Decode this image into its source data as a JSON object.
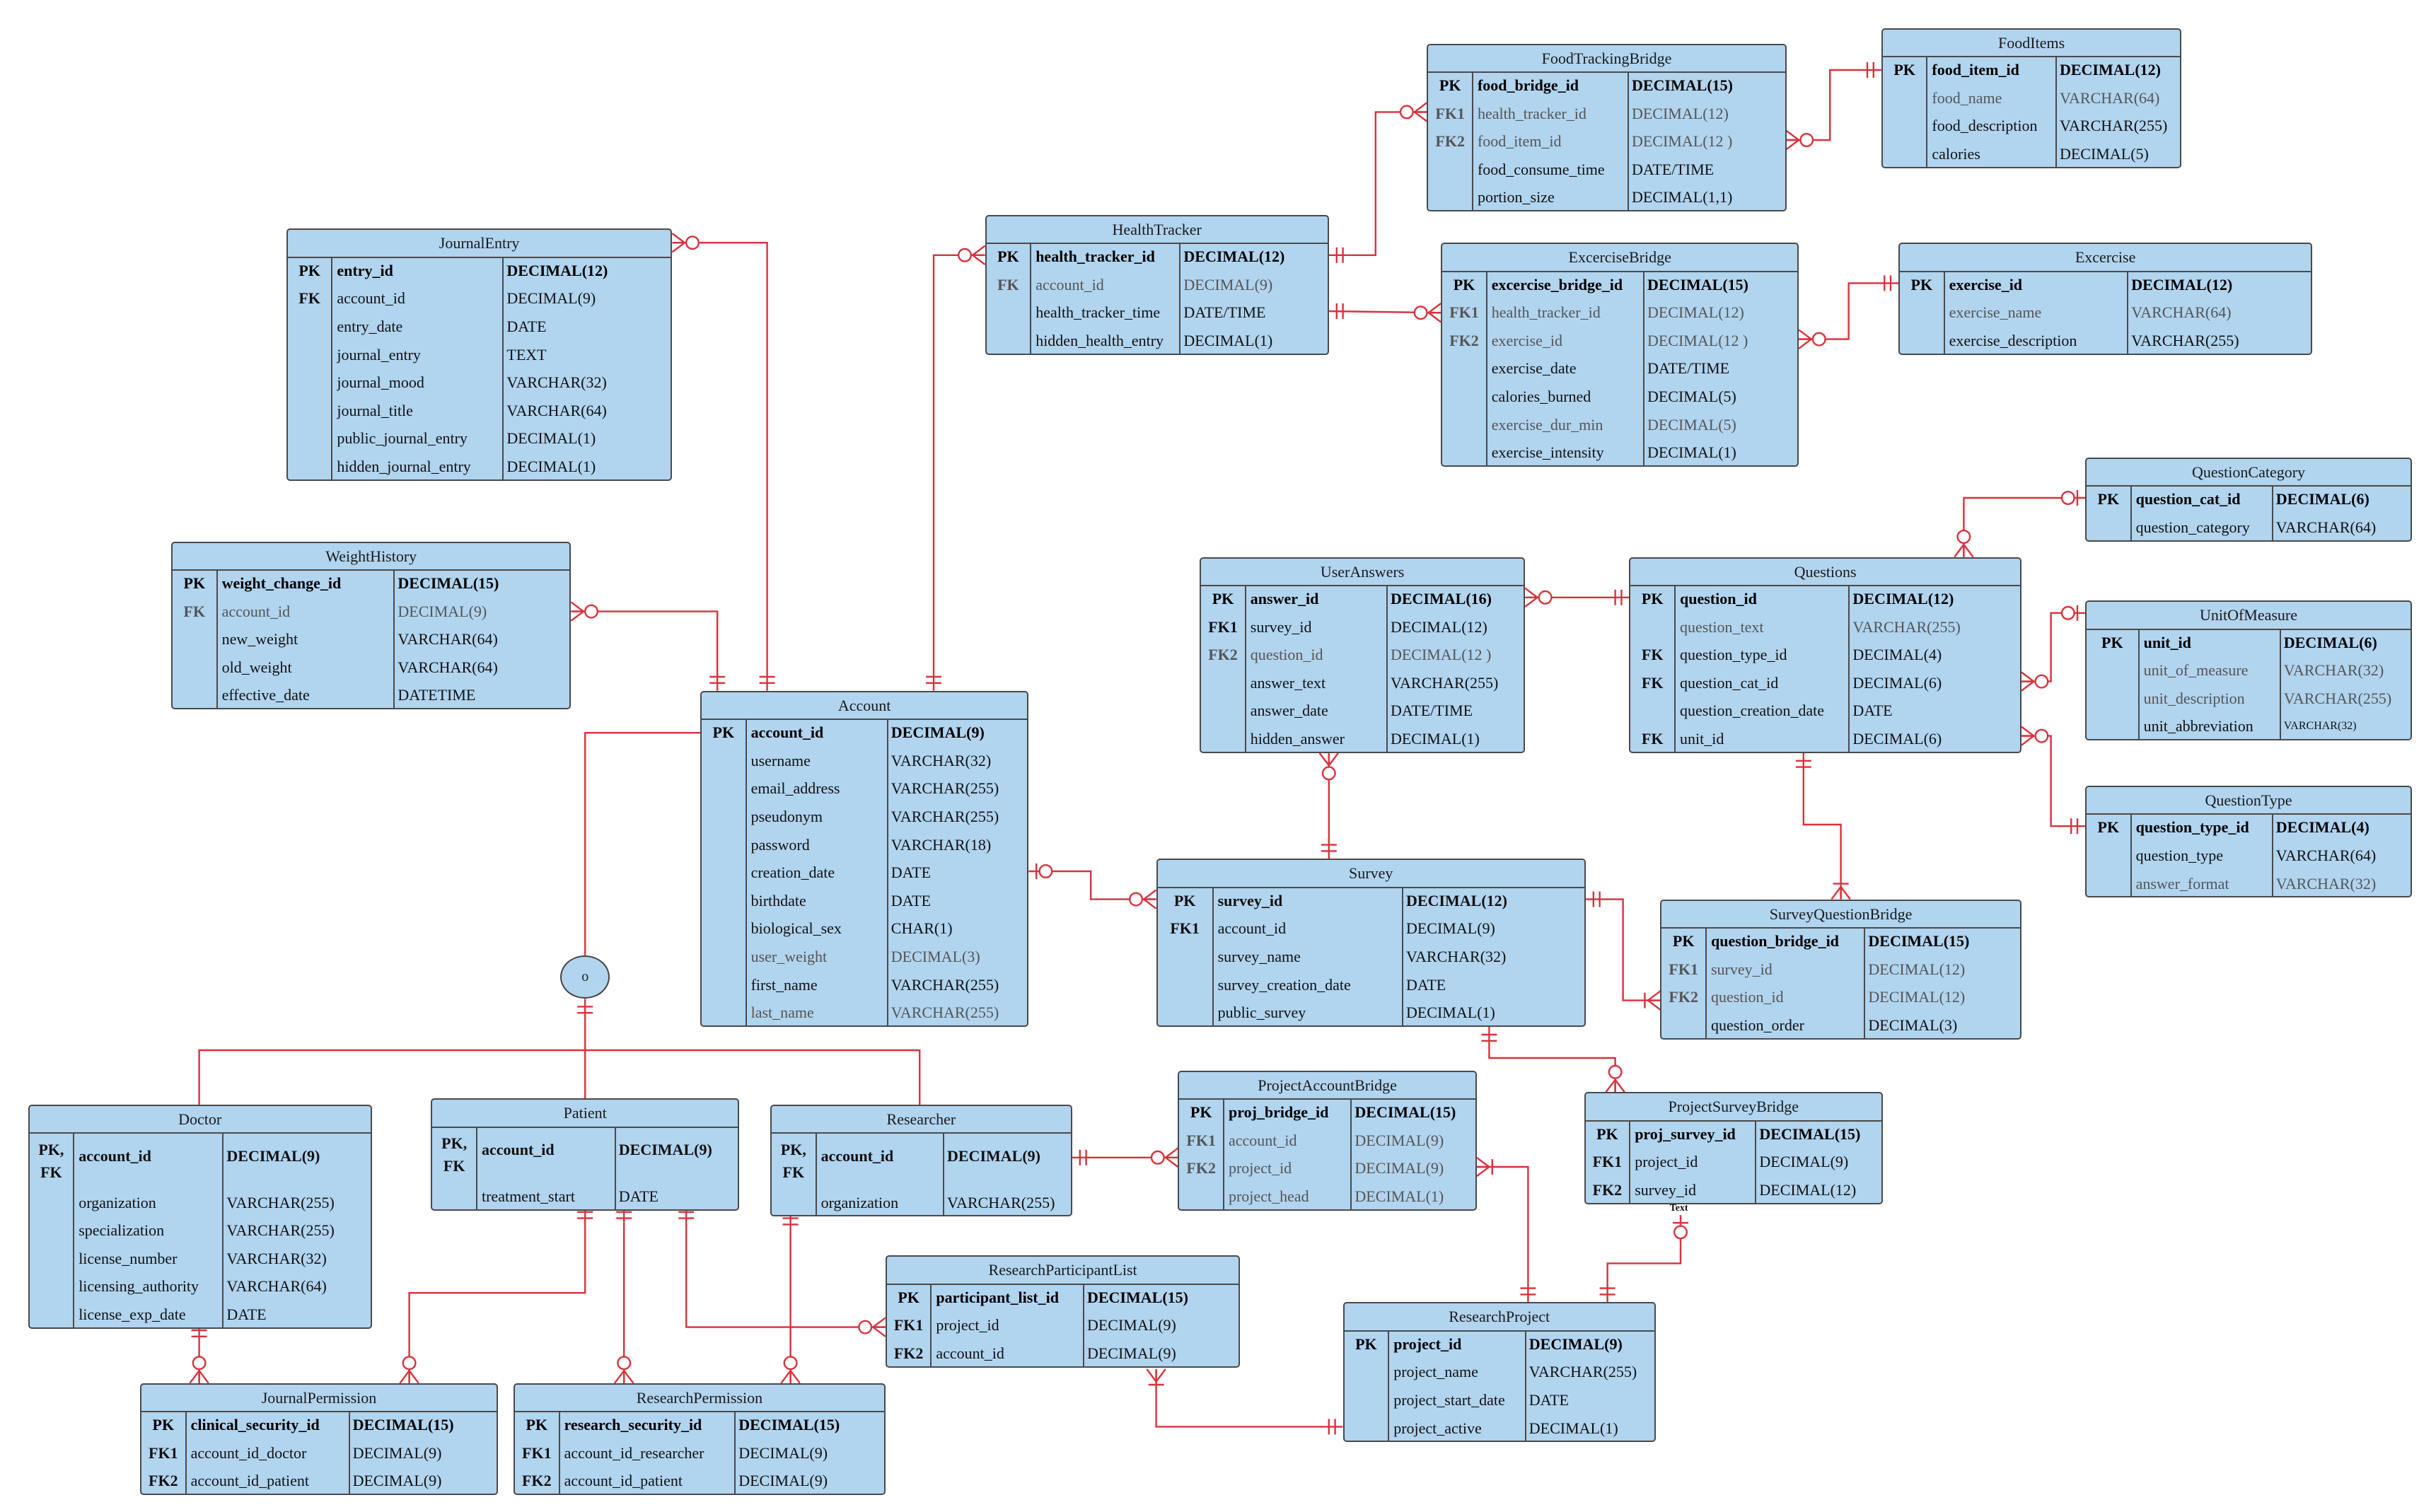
{
  "diagram": {
    "accent_color": "#b1d4ef",
    "line_color": "#d8323c",
    "disjoint_symbol": "o",
    "text_label": "Text",
    "entities": [
      {
        "id": "food_tracking_bridge",
        "name": "FoodTrackingBridge",
        "rows": [
          [
            "PK",
            "food_bridge_id",
            "DECIMAL(15)",
            "bold"
          ],
          [
            "FK1",
            "health_tracker_id",
            "DECIMAL(12)",
            "light"
          ],
          [
            "FK2",
            "food_item_id",
            "DECIMAL(12 )",
            "light"
          ],
          [
            "",
            "food_consume_time",
            "DATE/TIME",
            ""
          ],
          [
            "",
            "portion_size",
            "DECIMAL(1,1)",
            ""
          ]
        ]
      },
      {
        "id": "food_items",
        "name": "FoodItems",
        "rows": [
          [
            "PK",
            "food_item_id",
            "DECIMAL(12)",
            "bold"
          ],
          [
            "",
            "food_name",
            "VARCHAR(64)",
            "light"
          ],
          [
            "",
            "food_description",
            "VARCHAR(255)",
            ""
          ],
          [
            "",
            "calories",
            "DECIMAL(5)",
            ""
          ]
        ]
      },
      {
        "id": "health_tracker",
        "name": "HealthTracker",
        "rows": [
          [
            "PK",
            "health_tracker_id",
            "DECIMAL(12)",
            "bold"
          ],
          [
            "FK",
            "account_id",
            "DECIMAL(9)",
            "light"
          ],
          [
            "",
            "health_tracker_time",
            "DATE/TIME",
            ""
          ],
          [
            "",
            "hidden_health_entry",
            "DECIMAL(1)",
            ""
          ]
        ]
      },
      {
        "id": "exercise_bridge",
        "name": "ExcerciseBridge",
        "rows": [
          [
            "PK",
            "excercise_bridge_id",
            "DECIMAL(15)",
            "bold"
          ],
          [
            "FK1",
            "health_tracker_id",
            "DECIMAL(12)",
            "light"
          ],
          [
            "FK2",
            "exercise_id",
            "DECIMAL(12 )",
            "light"
          ],
          [
            "",
            "exercise_date",
            "DATE/TIME",
            ""
          ],
          [
            "",
            "calories_burned",
            "DECIMAL(5)",
            ""
          ],
          [
            "",
            "exercise_dur_min",
            "DECIMAL(5)",
            "light"
          ],
          [
            "",
            "exercise_intensity",
            "DECIMAL(1)",
            ""
          ]
        ]
      },
      {
        "id": "exercise",
        "name": "Excercise",
        "rows": [
          [
            "PK",
            "exercise_id",
            "DECIMAL(12)",
            "bold"
          ],
          [
            "",
            "exercise_name",
            "VARCHAR(64)",
            "light"
          ],
          [
            "",
            "exercise_description",
            "VARCHAR(255)",
            ""
          ]
        ]
      },
      {
        "id": "journal_entry",
        "name": "JournalEntry",
        "rows": [
          [
            "PK",
            "entry_id",
            "DECIMAL(12)",
            "bold"
          ],
          [
            "FK",
            "account_id",
            "DECIMAL(9)",
            ""
          ],
          [
            "",
            "entry_date",
            "DATE",
            ""
          ],
          [
            "",
            "journal_entry",
            "TEXT",
            ""
          ],
          [
            "",
            "journal_mood",
            "VARCHAR(32)",
            ""
          ],
          [
            "",
            "journal_title",
            "VARCHAR(64)",
            ""
          ],
          [
            "",
            "public_journal_entry",
            "DECIMAL(1)",
            ""
          ],
          [
            "",
            "hidden_journal_entry",
            "DECIMAL(1)",
            ""
          ]
        ]
      },
      {
        "id": "weight_history",
        "name": "WeightHistory",
        "rows": [
          [
            "PK",
            "weight_change_id",
            "DECIMAL(15)",
            "bold"
          ],
          [
            "FK",
            "account_id",
            "DECIMAL(9)",
            "light"
          ],
          [
            "",
            "new_weight",
            "VARCHAR(64)",
            ""
          ],
          [
            "",
            "old_weight",
            "VARCHAR(64)",
            ""
          ],
          [
            "",
            "effective_date",
            "DATETIME",
            ""
          ]
        ]
      },
      {
        "id": "account",
        "name": "Account",
        "rows": [
          [
            "PK",
            "account_id",
            "DECIMAL(9)",
            "bold"
          ],
          [
            "",
            "username",
            "VARCHAR(32)",
            ""
          ],
          [
            "",
            "email_address",
            "VARCHAR(255)",
            ""
          ],
          [
            "",
            "pseudonym",
            "VARCHAR(255)",
            ""
          ],
          [
            "",
            "password",
            "VARCHAR(18)",
            ""
          ],
          [
            "",
            "creation_date",
            "DATE",
            ""
          ],
          [
            "",
            "birthdate",
            "DATE",
            ""
          ],
          [
            "",
            "biological_sex",
            "CHAR(1)",
            ""
          ],
          [
            "",
            "user_weight",
            "DECIMAL(3)",
            "light"
          ],
          [
            "",
            "first_name",
            "VARCHAR(255)",
            ""
          ],
          [
            "",
            "last_name",
            "VARCHAR(255)",
            "light"
          ]
        ]
      },
      {
        "id": "user_answers",
        "name": "UserAnswers",
        "rows": [
          [
            "PK",
            "answer_id",
            "DECIMAL(16)",
            "bold"
          ],
          [
            "FK1",
            "survey_id",
            "DECIMAL(12)",
            ""
          ],
          [
            "FK2",
            "question_id",
            "DECIMAL(12 )",
            "light"
          ],
          [
            "",
            "answer_text",
            "VARCHAR(255)",
            ""
          ],
          [
            "",
            "answer_date",
            "DATE/TIME",
            ""
          ],
          [
            "",
            "hidden_answer",
            "DECIMAL(1)",
            ""
          ]
        ]
      },
      {
        "id": "questions",
        "name": "Questions",
        "rows": [
          [
            "PK",
            "question_id",
            "DECIMAL(12)",
            "bold"
          ],
          [
            "",
            "question_text",
            "VARCHAR(255)",
            "light"
          ],
          [
            "FK",
            "question_type_id",
            "DECIMAL(4)",
            ""
          ],
          [
            "FK",
            "question_cat_id",
            "DECIMAL(6)",
            ""
          ],
          [
            "",
            "question_creation_date",
            "DATE",
            ""
          ],
          [
            "FK",
            "unit_id",
            "DECIMAL(6)",
            ""
          ]
        ]
      },
      {
        "id": "question_category",
        "name": "QuestionCategory",
        "rows": [
          [
            "PK",
            "question_cat_id",
            "DECIMAL(6)",
            "bold"
          ],
          [
            "",
            "question_category",
            "VARCHAR(64)",
            ""
          ]
        ]
      },
      {
        "id": "unit_of_measure",
        "name": "UnitOfMeasure",
        "rows": [
          [
            "PK",
            "unit_id",
            "DECIMAL(6)",
            "bold"
          ],
          [
            "",
            "unit_of_measure",
            "VARCHAR(32)",
            "light"
          ],
          [
            "",
            "unit_description",
            "VARCHAR(255)",
            "light"
          ],
          [
            "",
            "unit_abbreviation",
            "VARCHAR(32)",
            "smalltype"
          ]
        ]
      },
      {
        "id": "question_type",
        "name": "QuestionType",
        "rows": [
          [
            "PK",
            "question_type_id",
            "DECIMAL(4)",
            "bold"
          ],
          [
            "",
            "question_type",
            "VARCHAR(64)",
            ""
          ],
          [
            "",
            "answer_format",
            "VARCHAR(32)",
            "light"
          ]
        ]
      },
      {
        "id": "survey",
        "name": "Survey",
        "rows": [
          [
            "PK",
            "survey_id",
            "DECIMAL(12)",
            ""
          ],
          [
            "FK1",
            "account_id",
            "DECIMAL(9)",
            ""
          ],
          [
            "",
            "survey_name",
            "VARCHAR(32)",
            ""
          ],
          [
            "",
            "survey_creation_date",
            "DATE",
            ""
          ],
          [
            "",
            "public_survey",
            "DECIMAL(1)",
            ""
          ]
        ]
      },
      {
        "id": "survey_question_bridge",
        "name": "SurveyQuestionBridge",
        "rows": [
          [
            "PK",
            "question_bridge_id",
            "DECIMAL(15)",
            "bold"
          ],
          [
            "FK1",
            "survey_id",
            "DECIMAL(12)",
            "light"
          ],
          [
            "FK2",
            "question_id",
            "DECIMAL(12)",
            "light"
          ],
          [
            "",
            "question_order",
            "DECIMAL(3)",
            ""
          ]
        ]
      },
      {
        "id": "project_account_bridge",
        "name": "ProjectAccountBridge",
        "rows": [
          [
            "PK",
            "proj_bridge_id",
            "DECIMAL(15)",
            "bold"
          ],
          [
            "FK1",
            "account_id",
            "DECIMAL(9)",
            "light"
          ],
          [
            "FK2",
            "project_id",
            "DECIMAL(9)",
            "light"
          ],
          [
            "",
            "project_head",
            "DECIMAL(1)",
            "light"
          ]
        ]
      },
      {
        "id": "project_survey_bridge",
        "name": "ProjectSurveyBridge",
        "rows": [
          [
            "PK",
            "proj_survey_id",
            "DECIMAL(15)",
            "bold"
          ],
          [
            "FK1",
            "project_id",
            "DECIMAL(9)",
            ""
          ],
          [
            "FK2",
            "survey_id",
            "DECIMAL(12)",
            ""
          ]
        ]
      },
      {
        "id": "doctor",
        "name": "Doctor",
        "rows": [
          [
            "PK,|FK",
            "account_id",
            "DECIMAL(9)",
            ""
          ],
          [
            "",
            "organization",
            "VARCHAR(255)",
            ""
          ],
          [
            "",
            "specialization",
            "VARCHAR(255)",
            ""
          ],
          [
            "",
            "license_number",
            "VARCHAR(32)",
            ""
          ],
          [
            "",
            "licensing_authority",
            "VARCHAR(64)",
            ""
          ],
          [
            "",
            "license_exp_date",
            "DATE",
            ""
          ]
        ]
      },
      {
        "id": "patient",
        "name": "Patient",
        "rows": [
          [
            "PK,|FK",
            "account_id",
            "DECIMAL(9)",
            ""
          ],
          [
            "",
            "treatment_start",
            "DATE",
            ""
          ]
        ]
      },
      {
        "id": "researcher",
        "name": "Researcher",
        "rows": [
          [
            "PK,|FK",
            "account_id",
            "DECIMAL(9)",
            ""
          ],
          [
            "",
            "organization",
            "VARCHAR(255)",
            ""
          ]
        ]
      },
      {
        "id": "research_participant_list",
        "name": "ResearchParticipantList",
        "rows": [
          [
            "PK",
            "participant_list_id",
            "DECIMAL(15)",
            "bold"
          ],
          [
            "FK1",
            "project_id",
            "DECIMAL(9)",
            ""
          ],
          [
            "FK2",
            "account_id",
            "DECIMAL(9)",
            ""
          ]
        ]
      },
      {
        "id": "research_project",
        "name": "ResearchProject",
        "rows": [
          [
            "PK",
            "project_id",
            "DECIMAL(9)",
            "bold"
          ],
          [
            "",
            "project_name",
            "VARCHAR(255)",
            ""
          ],
          [
            "",
            "project_start_date",
            "DATE",
            ""
          ],
          [
            "",
            "project_active",
            "DECIMAL(1)",
            ""
          ]
        ]
      },
      {
        "id": "journal_permission",
        "name": "JournalPermission",
        "rows": [
          [
            "PK",
            "clinical_security_id",
            "DECIMAL(15)",
            "bold"
          ],
          [
            "FK1",
            "account_id_doctor",
            "DECIMAL(9)",
            ""
          ],
          [
            "FK2",
            "account_id_patient",
            "DECIMAL(9)",
            ""
          ]
        ]
      },
      {
        "id": "research_permission",
        "name": "ResearchPermission",
        "rows": [
          [
            "PK",
            "research_security_id",
            "DECIMAL(15)",
            "bold"
          ],
          [
            "FK1",
            "account_id_researcher",
            "DECIMAL(9)",
            ""
          ],
          [
            "FK2",
            "account_id_patient",
            "DECIMAL(9)",
            ""
          ]
        ]
      }
    ]
  }
}
